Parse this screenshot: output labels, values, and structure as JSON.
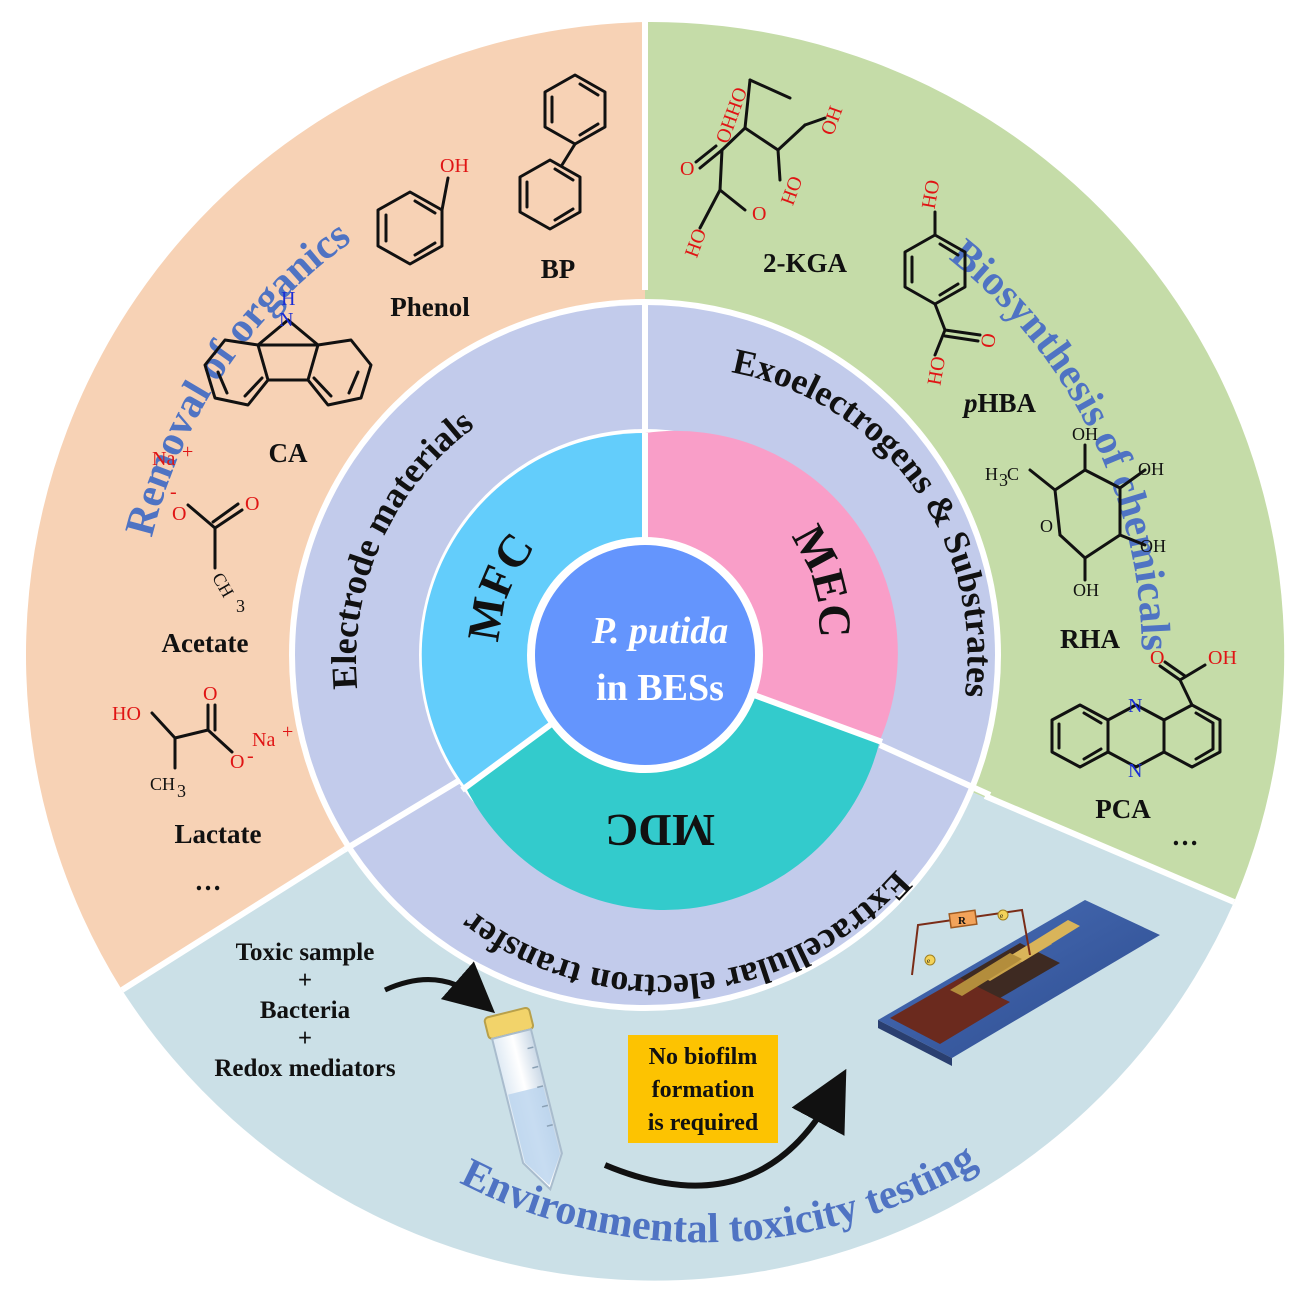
{
  "center": {
    "line1": "P. putida",
    "line2": "in BESs"
  },
  "inner": {
    "mfc": "MFC",
    "mec": "MEC",
    "mdc": "MDC"
  },
  "ring": {
    "electrode": "Electrode materials",
    "exo": "Exoelectrogens & Substrates",
    "eet": "Extracellular electron transfer"
  },
  "segments": {
    "removal": "Removal of organics",
    "biosynthesis": "Biosynthesis of chemicals",
    "toxicity": "Environmental toxicity testing"
  },
  "removal_molecules": {
    "bp": "BP",
    "phenol": "Phenol",
    "ca": "CA",
    "acetate": "Acetate",
    "lactate": "Lactate",
    "ellipsis": "…"
  },
  "biosynthesis_molecules": {
    "kga": "2-KGA",
    "phba_italic": "p",
    "phba_rest": "HBA",
    "rha": "RHA",
    "pca": "PCA",
    "ellipsis": "…"
  },
  "atoms": {
    "oh": "OH",
    "ho": "HO",
    "o": "O",
    "nh_h": "H",
    "n": "N",
    "na": "Na",
    "plus": "+",
    "minus": "-",
    "ch3_c": "CH",
    "ch3_sub": "3",
    "h3c": "H",
    "h3c_sub": "3",
    "h3c_c": "C",
    "ohho": "OHHO"
  },
  "toxicity": {
    "line1": "Toxic sample",
    "plus1": "+",
    "line2": "Bacteria",
    "plus2": "+",
    "line3": "Redox mediators",
    "note_line1": "No biofilm",
    "note_line2": "formation",
    "note_line3": "is required",
    "resistor": "R",
    "electron": "e"
  },
  "colors": {
    "removal": "#f7d2b5",
    "biosynthesis": "#c5dca8",
    "toxicity": "#cbe0e7",
    "ring": "#c2cbeb",
    "mfc": "#63cdfb",
    "mec": "#f99ec8",
    "mdc": "#33cbcc",
    "center": "#6495fd",
    "title_blue": "#4f73c3",
    "note": "#fdc301"
  }
}
